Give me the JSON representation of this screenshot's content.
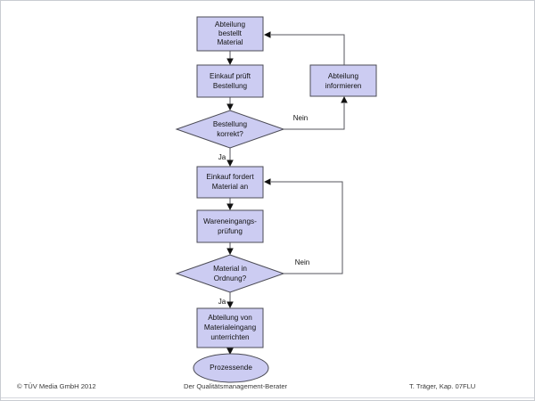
{
  "document": {
    "title": "Flussdiagramm Materialbeschaffung",
    "background_color": "#ffffff",
    "border_color": "#c9ccd2"
  },
  "style": {
    "shape_fill": "#ccccf2",
    "shape_stroke": "#4b4b55",
    "connector_color": "#55555c",
    "text_color": "#111111"
  },
  "flowchart": {
    "type": "flowchart",
    "nodes": [
      {
        "id": "n1",
        "shape": "process",
        "lines": [
          "Abteilung",
          "bestellt",
          "Material"
        ]
      },
      {
        "id": "n2",
        "shape": "process",
        "lines": [
          "Einkauf prüft",
          "Bestellung"
        ]
      },
      {
        "id": "n3",
        "shape": "decision",
        "lines": [
          "Bestellung",
          "korrekt?"
        ]
      },
      {
        "id": "n4",
        "shape": "process",
        "lines": [
          "Abteilung",
          "informieren"
        ]
      },
      {
        "id": "n5",
        "shape": "process",
        "lines": [
          "Einkauf fordert",
          "Material an"
        ]
      },
      {
        "id": "n6",
        "shape": "process",
        "lines": [
          "Wareneingangs-",
          "prüfung"
        ]
      },
      {
        "id": "n7",
        "shape": "decision",
        "lines": [
          "Material in",
          "Ordnung?"
        ]
      },
      {
        "id": "n8",
        "shape": "process",
        "lines": [
          "Abteilung von",
          "Materialeingang",
          "unterrichten"
        ]
      },
      {
        "id": "n9",
        "shape": "terminator",
        "lines": [
          "Prozessende"
        ]
      }
    ],
    "edge_labels": {
      "ja_1": "Ja",
      "nein_1": "Nein",
      "ja_2": "Ja",
      "nein_2": "Nein"
    }
  },
  "footer": {
    "left": "© TÜV Media GmbH 2012",
    "center": "Der Qualitätsmanagement-Berater",
    "right": "T. Träger, Kap. 07FLU"
  }
}
